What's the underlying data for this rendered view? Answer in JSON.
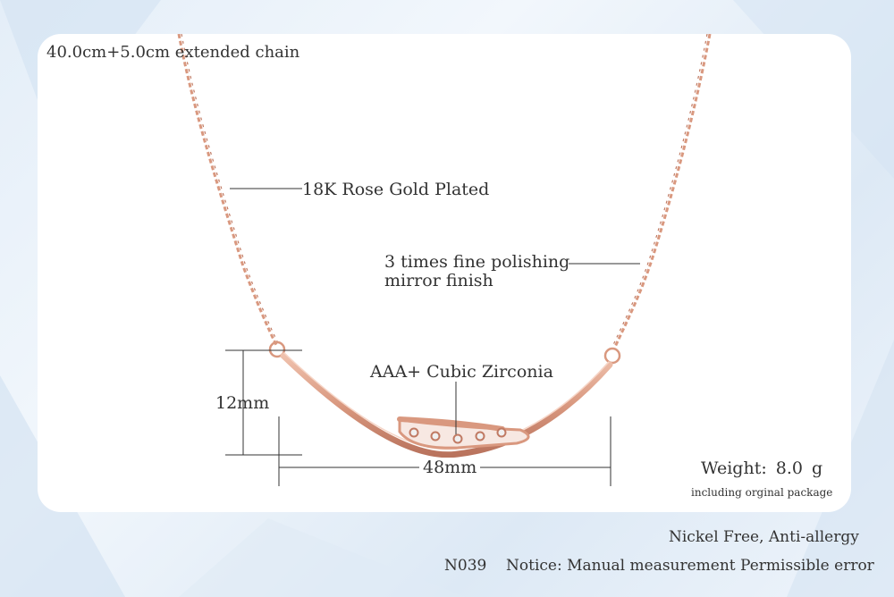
{
  "specs": {
    "chain_length": "40.0cm+5.0cm extended chain",
    "plating": "18K Rose Gold Plated",
    "polishing_line1": "3 times fine polishing",
    "polishing_line2": "mirror finish",
    "stones": "AAA+ Cubic Zirconia",
    "height": "12mm",
    "width": "48mm",
    "weight": "Weight:  8.0  g",
    "package_note": "including orginal package"
  },
  "footer": {
    "feature": "Nickel Free, Anti-allergy",
    "code": "N039",
    "notice": "Notice: Manual measurement Permissible error"
  },
  "colors": {
    "rose_gold": "#d9987f",
    "rose_gold_dark": "#c07a63",
    "background": "#e4eef8"
  }
}
